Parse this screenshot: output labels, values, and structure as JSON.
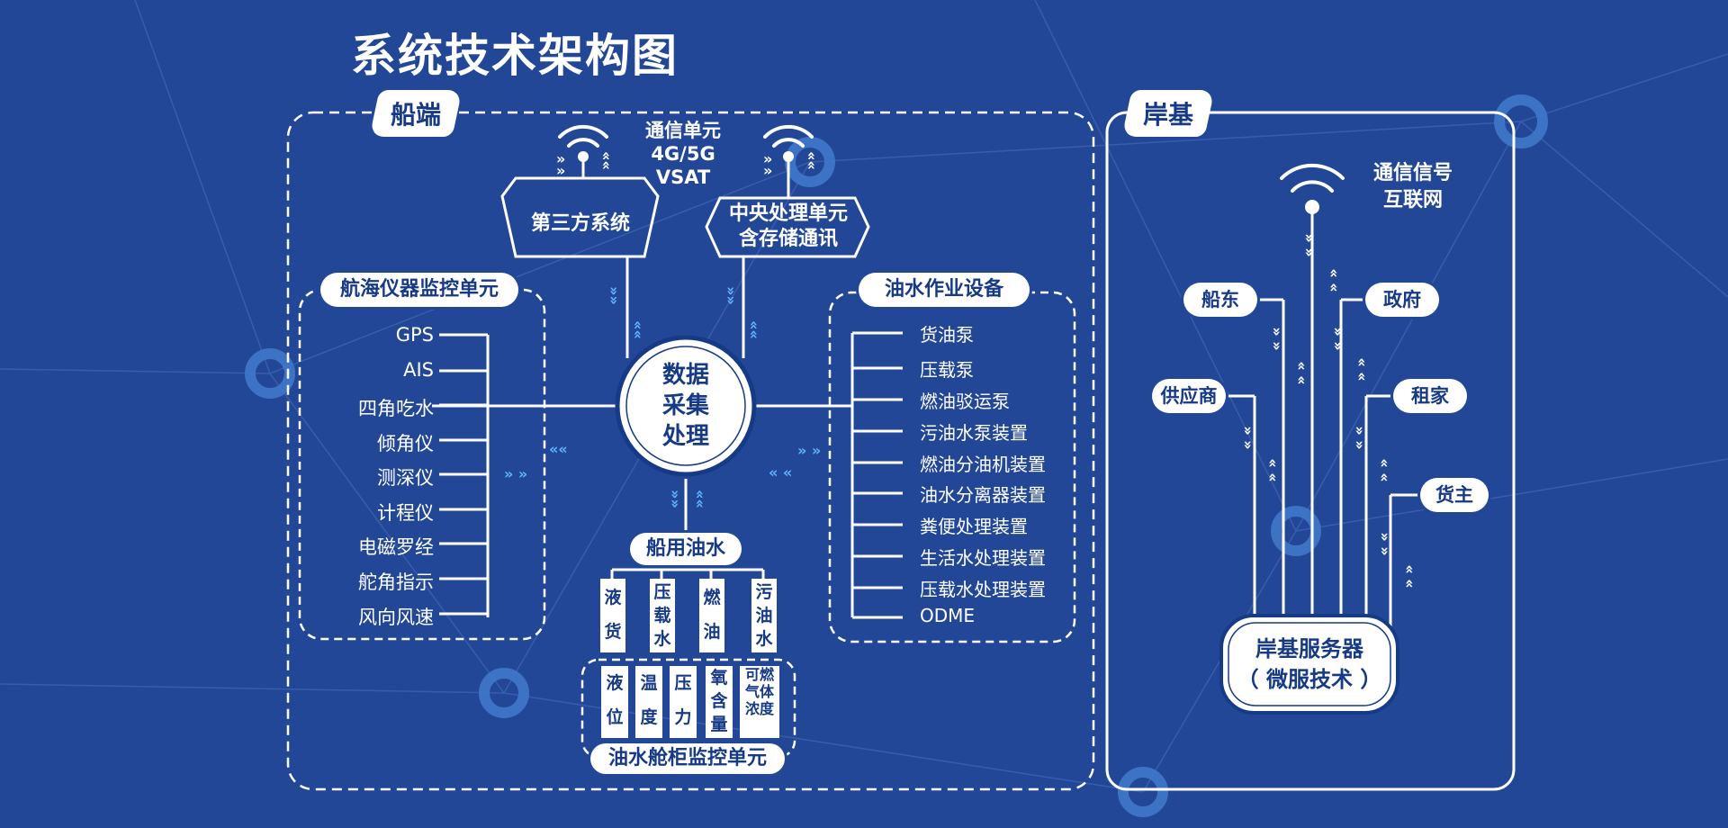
{
  "title": "系统技术架构图",
  "ship": {
    "tag": "船端",
    "comm_unit": [
      "通信单元",
      "4G/5G",
      "VSAT"
    ],
    "third_party": "第三方系统",
    "central_unit": [
      "中央处理单元",
      "含存储通讯"
    ],
    "core": [
      "数据",
      "采集",
      "处理"
    ],
    "nav_unit": {
      "title": "航海仪器监控单元",
      "items": [
        "GPS",
        "AIS",
        "四角吃水",
        "倾角仪",
        "测深仪",
        "计程仪",
        "电磁罗经",
        "舵角指示",
        "风向风速"
      ]
    },
    "oil_equipment": {
      "title": "油水作业设备",
      "items": [
        "货油泵",
        "压载泵",
        "燃油驳运泵",
        "污油水泵装置",
        "燃油分油机装置",
        "油水分离器装置",
        "粪便处理装置",
        "生活水处理装置",
        "压载水处理装置",
        "ODME"
      ]
    },
    "ship_oil_water": {
      "title": "船用油水",
      "types": [
        "液货",
        "压载水",
        "燃油",
        "污油水"
      ]
    },
    "tank_monitor": {
      "title": "油水舱柜监控单元",
      "sensors": [
        "液位",
        "温度",
        "压力",
        "氧含量",
        "可燃气体浓度"
      ]
    }
  },
  "shore": {
    "tag": "岸基",
    "signal": [
      "通信信号",
      "互联网"
    ],
    "parties": [
      "船东",
      "政府",
      "供应商",
      "租家",
      "货主"
    ],
    "server": [
      "岸基服务器",
      "（ 微服技术 ）"
    ]
  },
  "colors": {
    "background": "#234797",
    "accent": "#5fb4ff",
    "text_dark": "#173a86"
  }
}
